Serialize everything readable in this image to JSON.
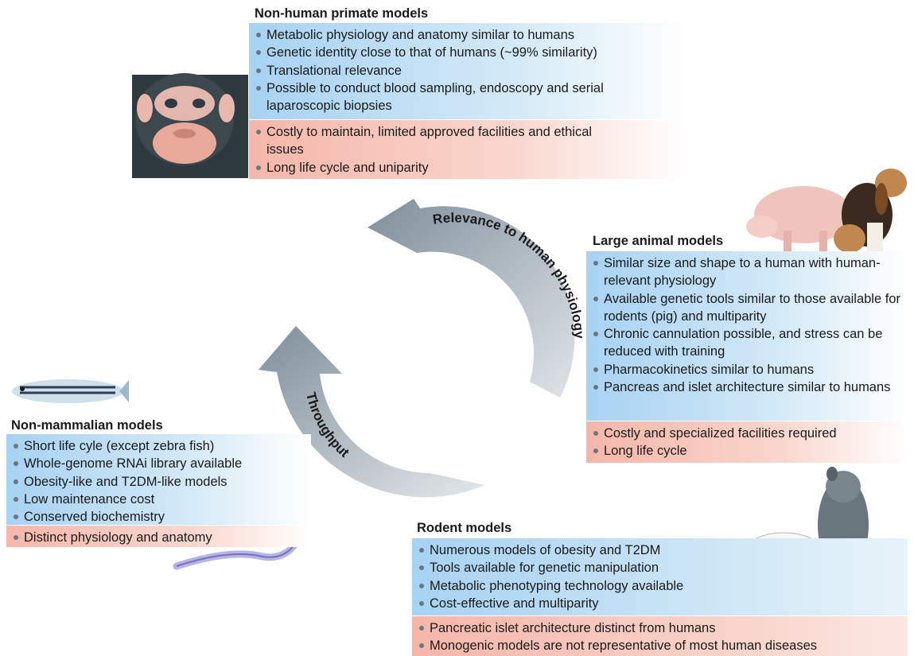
{
  "primate": {
    "title": "Non-human primate models",
    "pros": [
      "Metabolic physiology and anatomy similar to humans",
      "Genetic identity close to that of humans (~99% similarity)",
      "Translational relevance",
      "Possible to conduct blood sampling, endoscopy and serial laparoscopic biopsies"
    ],
    "cons": [
      "Costly to maintain, limited approved facilities and ethical issues",
      "Long life cycle and uniparity"
    ]
  },
  "large": {
    "title": "Large animal models",
    "pros": [
      "Similar size and shape to a human with human-relevant physiology",
      "Available genetic tools similar to those available for rodents (pig) and multiparity",
      "Chronic cannulation possible, and stress can be reduced with training",
      "Pharmacokinetics similar to humans",
      "Pancreas and islet architecture similar to humans"
    ],
    "cons": [
      "Costly and specialized facilities required",
      "Long life cycle"
    ]
  },
  "nonmammal": {
    "title": "Non-mammalian models",
    "pros": [
      "Short life cyle (except zebra fish)",
      "Whole-genome RNAi library available",
      "Obesity-like and T2DM-like models",
      "Low maintenance cost",
      "Conserved biochemistry"
    ],
    "cons": [
      "Distinct physiology and anatomy"
    ]
  },
  "rodent": {
    "title": "Rodent models",
    "pros": [
      "Numerous models of obesity and T2DM",
      "Tools available for genetic manipulation",
      "Metabolic phenotyping technology available",
      "Cost-effective and multiparity"
    ],
    "cons": [
      "Pancreatic islet architecture distinct from humans",
      "Monogenic models are not representative of most human diseases"
    ]
  },
  "cycle": {
    "label_relevance": "Relevance to human physiology",
    "label_throughput": "Throughput"
  },
  "colors": {
    "pros_blue": "#a7d2f2",
    "cons_red": "#f5b6aa",
    "arrow_gray": "#8a99a6"
  }
}
